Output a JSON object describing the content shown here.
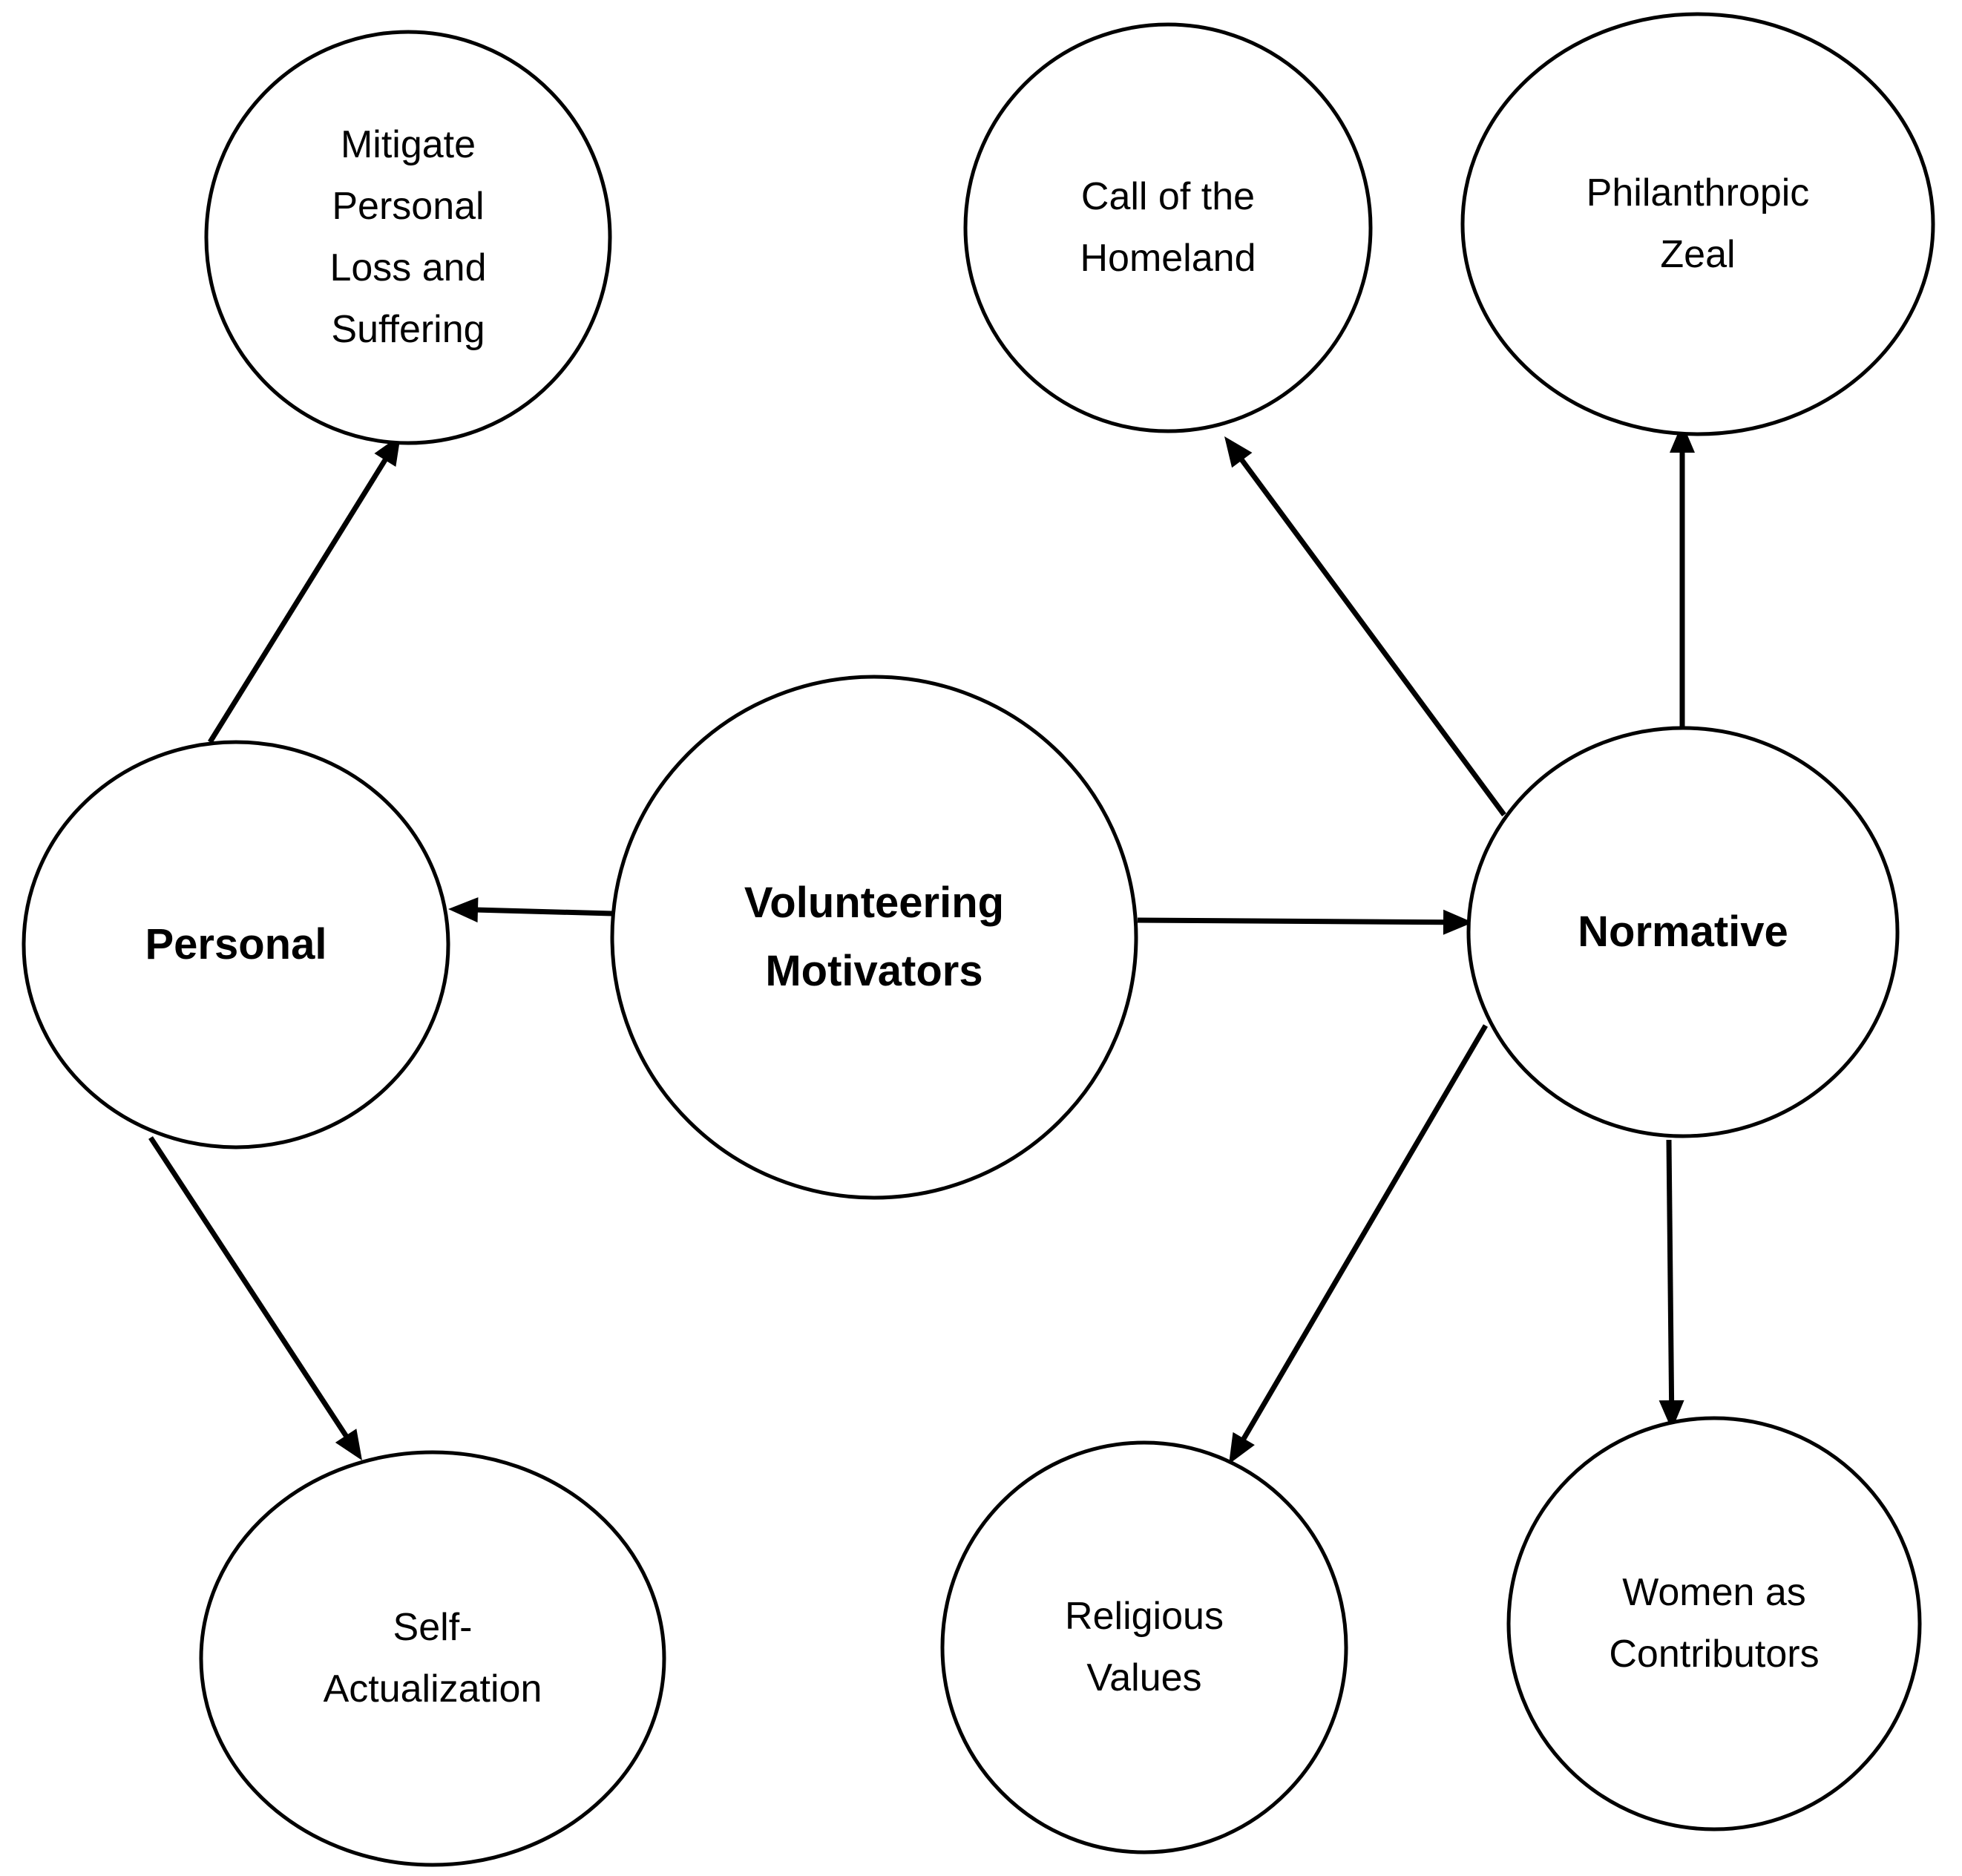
{
  "diagram": {
    "nodes": [
      {
        "id": "volunteering-motivators",
        "lines": [
          "Volunteering",
          "Motivators"
        ],
        "bold": true
      },
      {
        "id": "personal",
        "lines": [
          "Personal"
        ],
        "bold": true
      },
      {
        "id": "normative",
        "lines": [
          "Normative"
        ],
        "bold": true
      },
      {
        "id": "mitigate-personal-loss",
        "lines": [
          "Mitigate",
          "Personal",
          "Loss and",
          "Suffering"
        ],
        "bold": false
      },
      {
        "id": "self-actualization",
        "lines": [
          "Self-",
          "Actualization"
        ],
        "bold": false
      },
      {
        "id": "call-of-the-homeland",
        "lines": [
          "Call of the",
          "Homeland"
        ],
        "bold": false
      },
      {
        "id": "philanthropic-zeal",
        "lines": [
          "Philanthropic",
          "Zeal"
        ],
        "bold": false
      },
      {
        "id": "religious-values",
        "lines": [
          "Religious",
          "Values"
        ],
        "bold": false
      },
      {
        "id": "women-as-contributors",
        "lines": [
          "Women as",
          "Contributors"
        ],
        "bold": false
      }
    ],
    "edges": [
      {
        "from": "volunteering-motivators",
        "to": "personal"
      },
      {
        "from": "volunteering-motivators",
        "to": "normative"
      },
      {
        "from": "personal",
        "to": "mitigate-personal-loss"
      },
      {
        "from": "personal",
        "to": "self-actualization"
      },
      {
        "from": "normative",
        "to": "call-of-the-homeland"
      },
      {
        "from": "normative",
        "to": "philanthropic-zeal"
      },
      {
        "from": "normative",
        "to": "religious-values"
      },
      {
        "from": "normative",
        "to": "women-as-contributors"
      }
    ]
  }
}
